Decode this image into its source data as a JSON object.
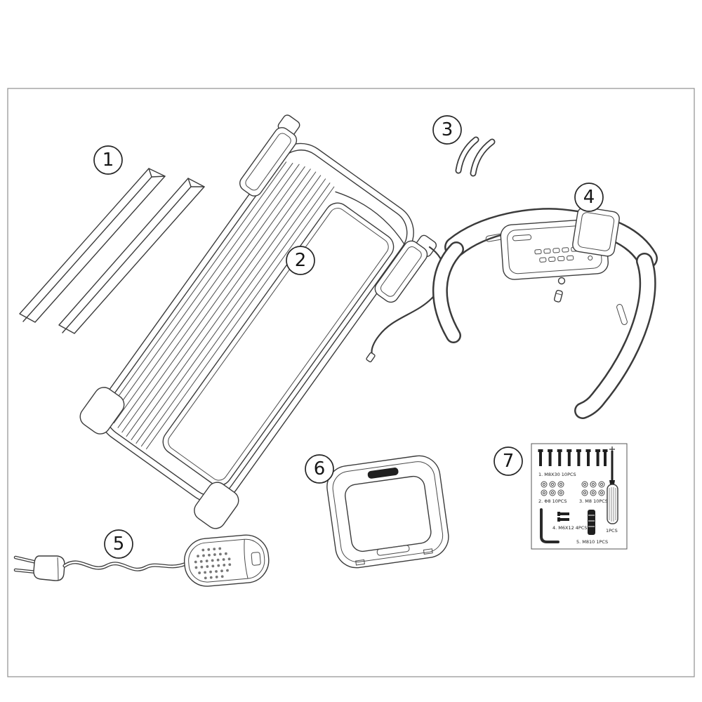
{
  "page": {
    "background": "#ffffff",
    "frame_border_color": "#8f8f8f",
    "line_color": "#3b3b3b"
  },
  "callouts": [
    {
      "number": "1",
      "part": "side-rail-covers"
    },
    {
      "number": "2",
      "part": "treadmill-deck"
    },
    {
      "number": "3",
      "part": "support-brackets"
    },
    {
      "number": "4",
      "part": "handlebar-console-assembly"
    },
    {
      "number": "5",
      "part": "power-cord"
    },
    {
      "number": "6",
      "part": "console-display-housing"
    },
    {
      "number": "7",
      "part": "hardware-kit"
    }
  ],
  "hardware_kit": {
    "labels": [
      "1. M8X30  10PCS",
      "2. Φ8  10PCS",
      "3. M8  10PCS",
      "4. M6X12  4PCS",
      "5. M810  1PCS",
      "1PCS"
    ]
  }
}
